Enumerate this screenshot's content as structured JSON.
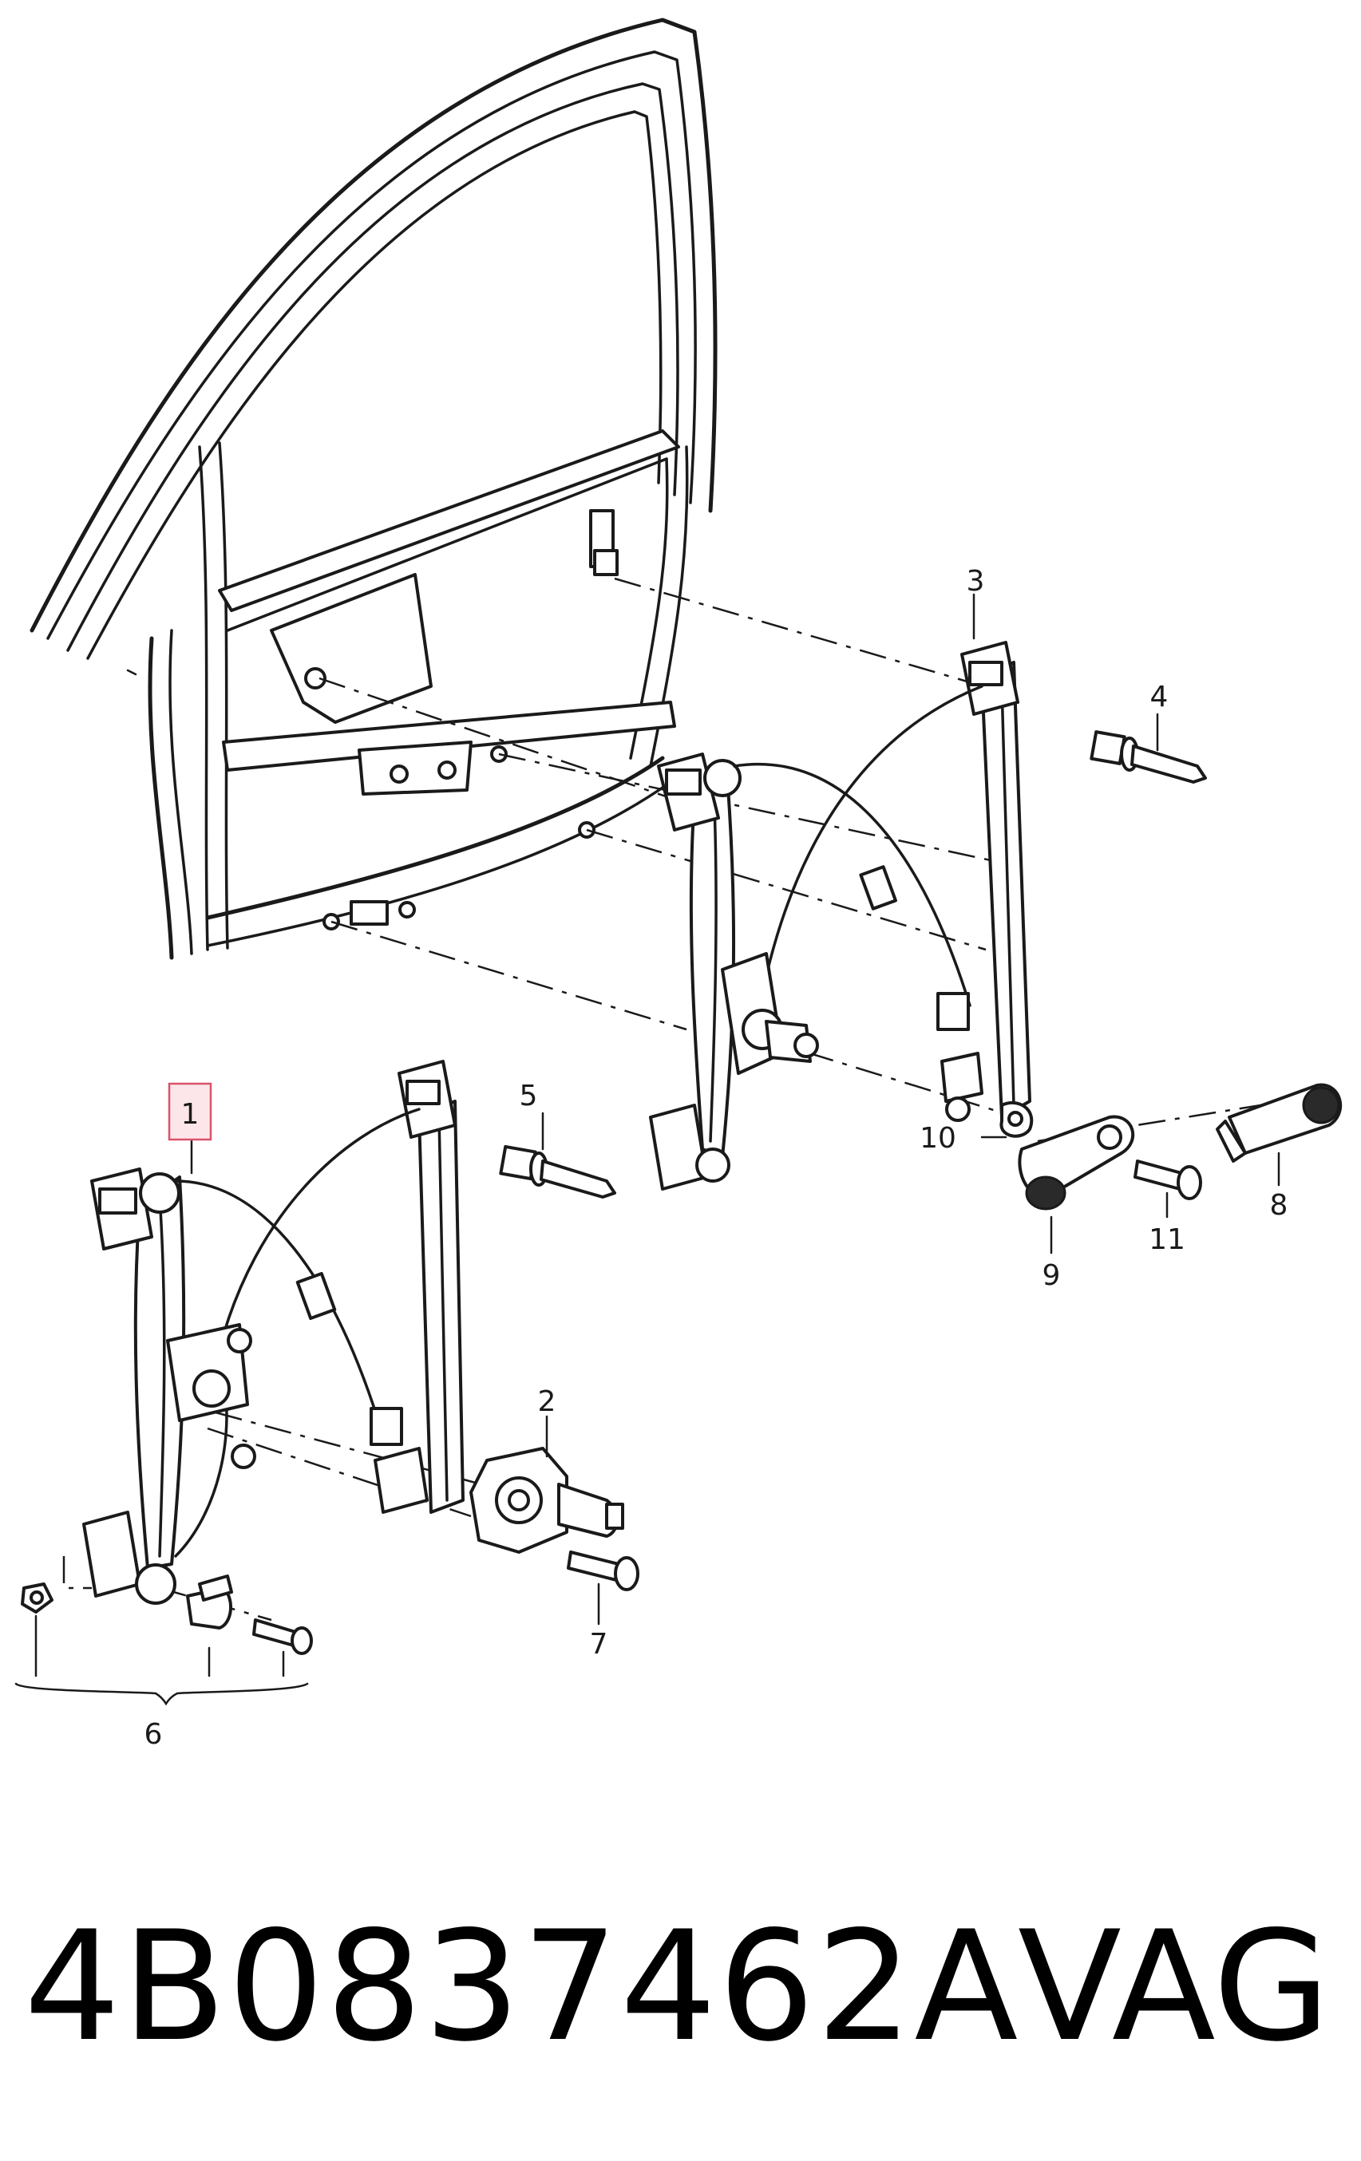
{
  "callouts": {
    "c1": "1",
    "c2": "2",
    "c3": "3",
    "c4": "4",
    "c5": "5",
    "c6": "6",
    "c7": "7",
    "c8": "8",
    "c9": "9",
    "c10": "10",
    "c11": "11"
  },
  "footer": {
    "part_number": "4B0837462A",
    "brand": "VAG"
  },
  "colors": {
    "line": "#1a1a1a",
    "highlight_fill": "#fde6e9",
    "highlight_stroke": "#d9536a",
    "background": "#ffffff"
  }
}
